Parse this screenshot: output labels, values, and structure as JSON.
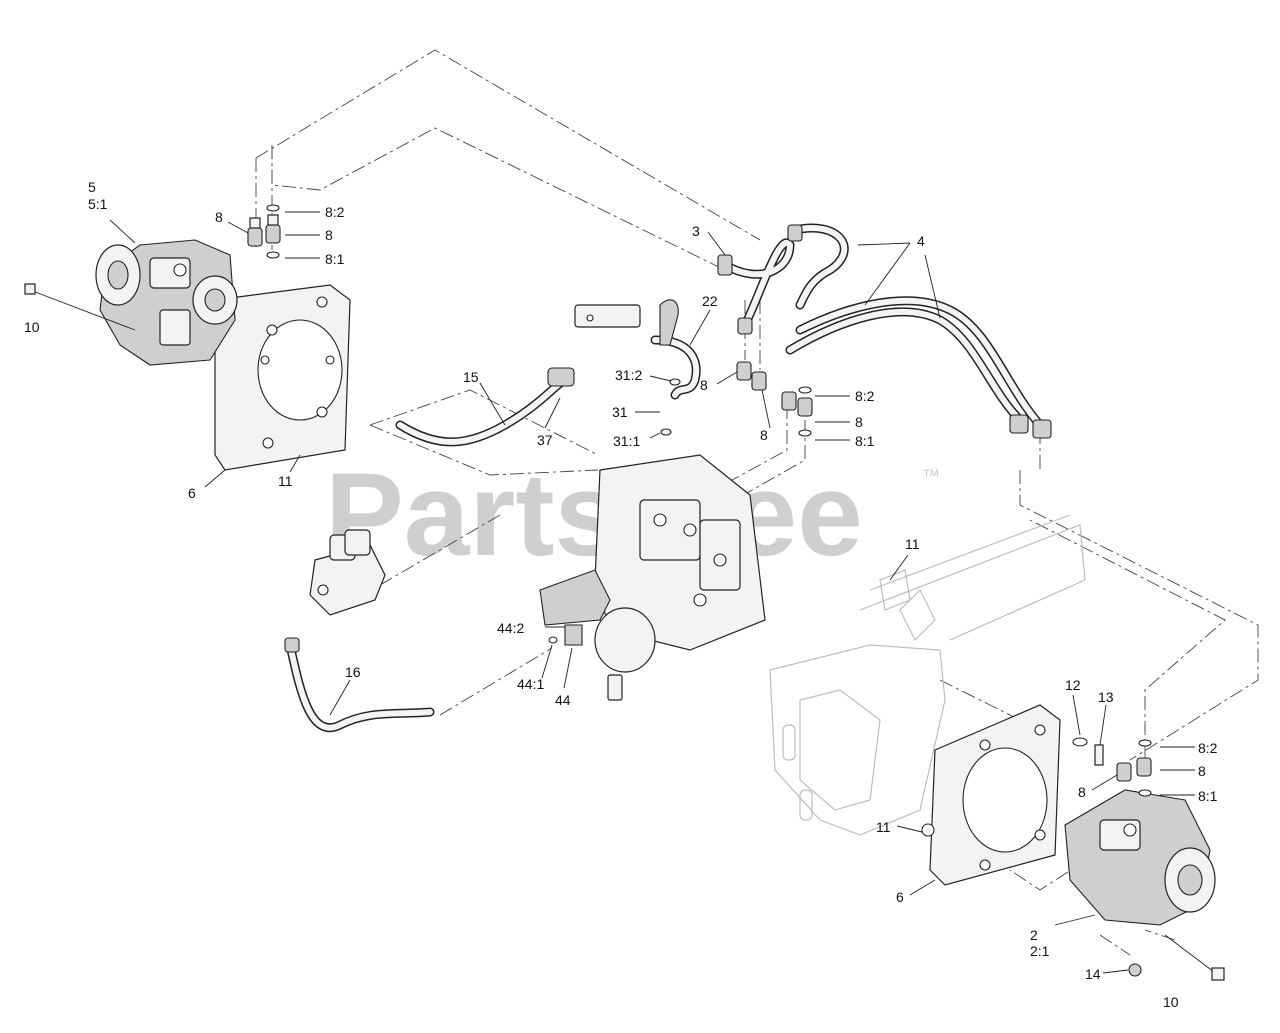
{
  "watermark": {
    "text": "PartsTree",
    "trademark": "™"
  },
  "callouts": {
    "c5": "5",
    "c5_1": "5:1",
    "c10a": "10",
    "c8a": "8",
    "c8_2a": "8:2",
    "c8b": "8",
    "c8_1a": "8:1",
    "c6a": "6",
    "c11a": "11",
    "c3": "3",
    "c4": "4",
    "c22": "22",
    "c15": "15",
    "c31_2": "31:2",
    "c31": "31",
    "c31_1": "31:1",
    "c37": "37",
    "c8c": "8",
    "c8d": "8",
    "c8_2b": "8:2",
    "c8e": "8",
    "c8_1b": "8:1",
    "c11b": "11",
    "c44_2": "44:2",
    "c44_1": "44:1",
    "c44": "44",
    "c16": "16",
    "c12": "12",
    "c13": "13",
    "c8_2c": "8:2",
    "c8f": "8",
    "c8g": "8",
    "c8_1c": "8:1",
    "c11c": "11",
    "c6b": "6",
    "c2": "2",
    "c2_1": "2:1",
    "c14": "14",
    "c10b": "10"
  }
}
